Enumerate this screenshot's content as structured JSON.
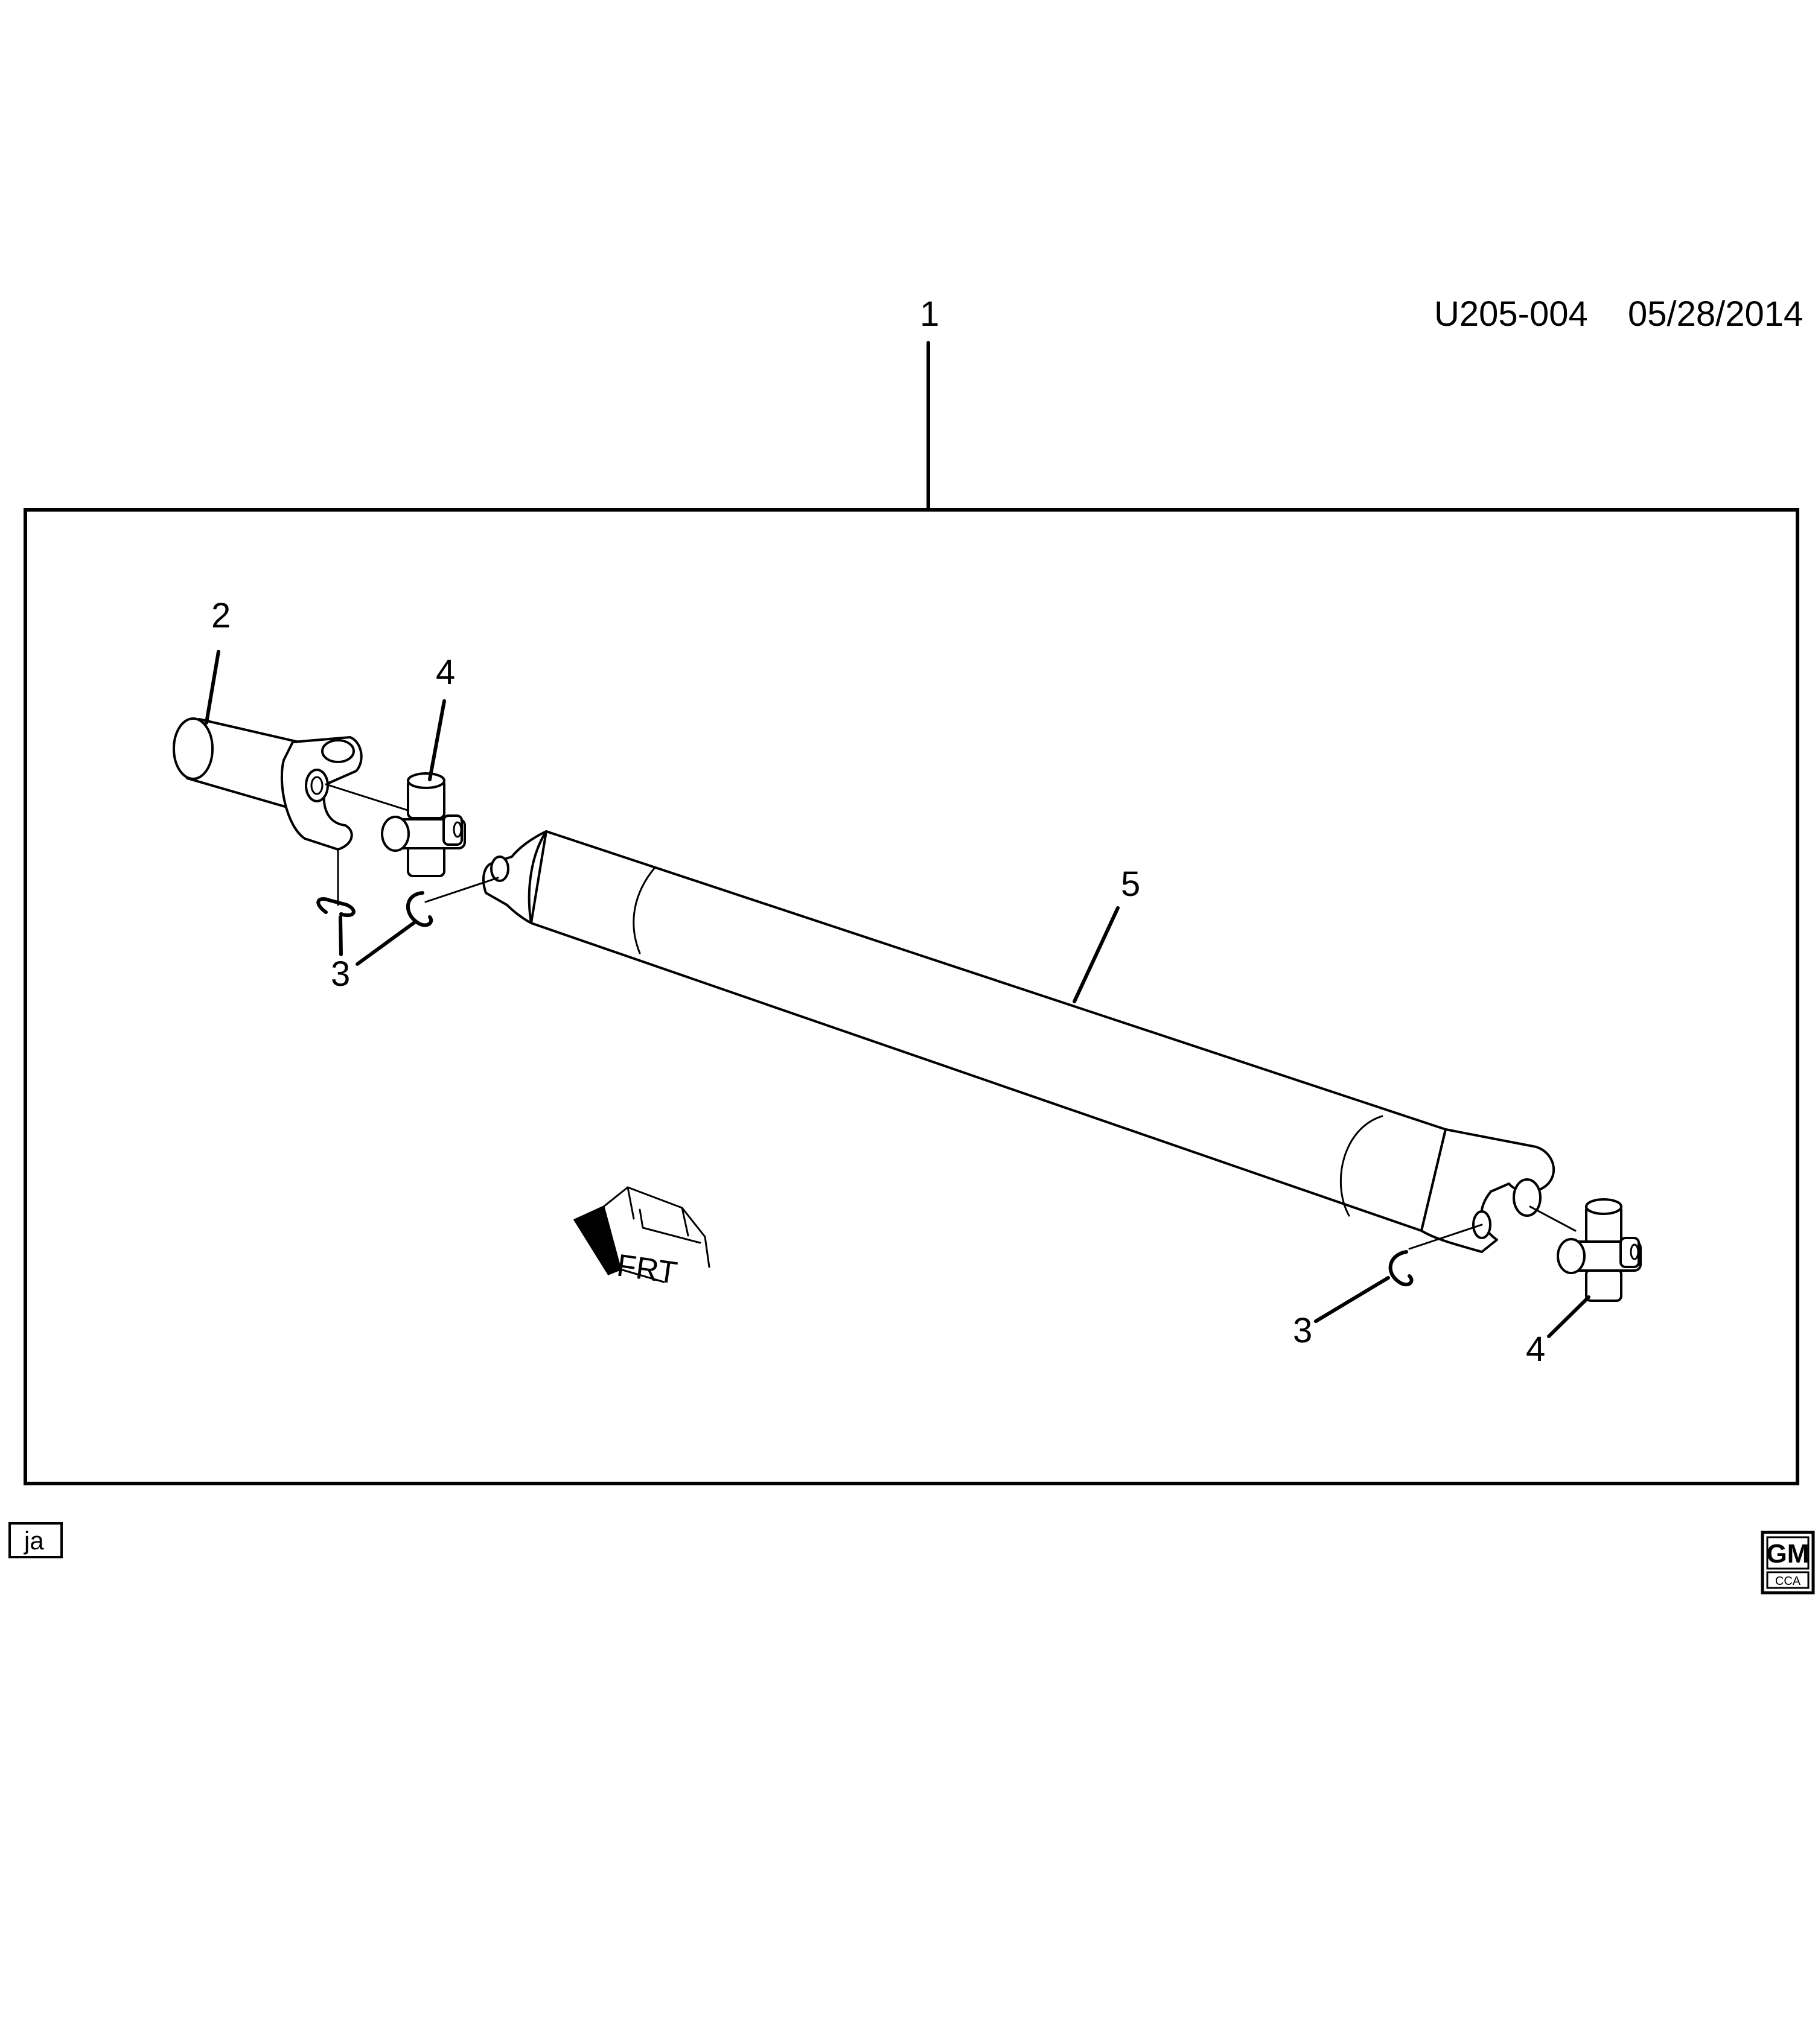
{
  "header": {
    "doc_id": "U205-004",
    "date": "05/28/2014"
  },
  "callouts": {
    "assembly": "1",
    "slip_yoke": "2",
    "retainer_left": "3",
    "retainer_right": "3",
    "ujoint_left": "4",
    "ujoint_right": "4",
    "shaft": "5"
  },
  "orientation": {
    "label": "FRT"
  },
  "footer": {
    "illustrator_initials": "ja",
    "logo_main": "GM",
    "logo_sub": "CCA"
  }
}
